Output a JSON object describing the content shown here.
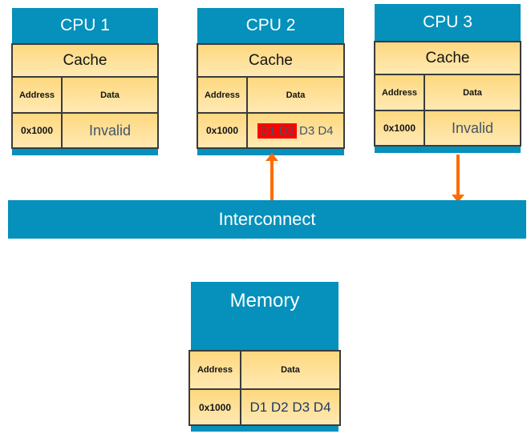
{
  "colors": {
    "blue": "#0591BB",
    "orange": "#FF6B00",
    "red": "#FF0000",
    "border": "#3B3B3B",
    "cellTop": "#FED87F",
    "cellBottom": "#FFE9B3",
    "muted": "#44546A",
    "memtext": "#1F3864"
  },
  "cpus": [
    {
      "title": "CPU 1",
      "cache_label": "Cache",
      "col_address": "Address",
      "col_data": "Data",
      "row": {
        "address": "0x1000",
        "data": "Invalid"
      }
    },
    {
      "title": "CPU 2",
      "cache_label": "Cache",
      "col_address": "Address",
      "col_data": "Data",
      "row": {
        "address": "0x1000",
        "data_highlight": "D1 D2",
        "data_rest": "D3 D4"
      }
    },
    {
      "title": "CPU 3",
      "cache_label": "Cache",
      "col_address": "Address",
      "col_data": "Data",
      "row": {
        "address": "0x1000",
        "data": "Invalid"
      }
    }
  ],
  "interconnect": {
    "label": "Interconnect"
  },
  "memory": {
    "title": "Memory",
    "col_address": "Address",
    "col_data": "Data",
    "row": {
      "address": "0x1000",
      "data": "D1 D2 D3 D4"
    }
  }
}
